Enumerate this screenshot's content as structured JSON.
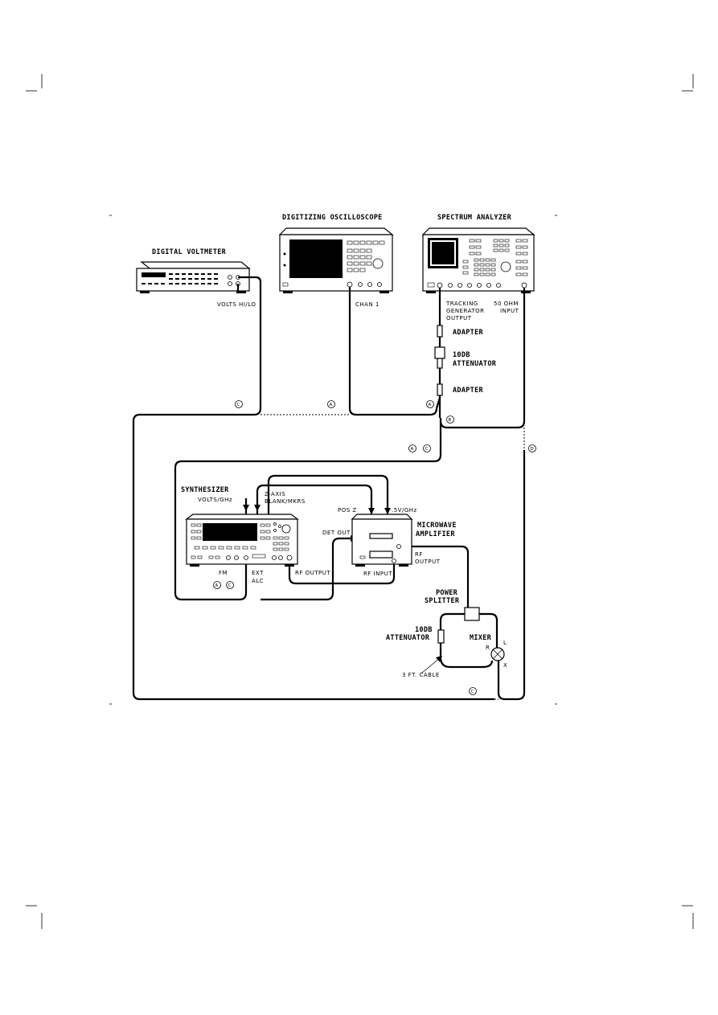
{
  "instruments": {
    "voltmeter": "DIGITAL VOLTMETER",
    "oscilloscope": "DIGITIZING OSCILLOSCOPE",
    "analyzer": "SPECTRUM ANALYZER",
    "synthesizer": "SYNTHESIZER",
    "amplifier_line1": "MICROWAVE",
    "amplifier_line2": "AMPLIFIER",
    "splitter_line1": "POWER",
    "splitter_line2": "SPLITTER",
    "mixer": "MIXER"
  },
  "components": {
    "adapter_top": "ADAPTER",
    "attenuator_line1": "10DB",
    "attenuator_line2": "ATTENUATOR",
    "adapter_bottom": "ADAPTER",
    "attenuator2_line1": "10DB",
    "attenuator2_line2": "ATTENUATOR"
  },
  "ports": {
    "volts_hilo": "VOLTS HI/LO",
    "chan1": "CHAN 1",
    "tracking_line1": "TRACKING",
    "tracking_line2": "GENERATOR",
    "tracking_line3": "OUTPUT",
    "ohm_line1": "50 OHM",
    "ohm_line2": "INPUT",
    "volts_ghz": "VOLTS/GHz",
    "zaxis_line1": "Z-AXIS",
    "zaxis_line2": "BLANK/MKRS",
    "pos_z": "POS Z",
    "half_volt": ".5V/GHz",
    "det_out": "DET OUT",
    "fm": "FM",
    "ext_alc_line1": "EXT",
    "ext_alc_line2": "ALC",
    "rf_output": "RF OUTPUT",
    "rf_input": "RF INPUT",
    "rf_output_amp_line1": "RF",
    "rf_output_amp_line2": "OUTPUT",
    "mixer_r": "R",
    "mixer_l": "L",
    "mixer_x": "X",
    "cable_note": "3 FT. CABLE"
  },
  "markers": {
    "a": "A",
    "b": "B",
    "c": "C",
    "d": "D"
  }
}
